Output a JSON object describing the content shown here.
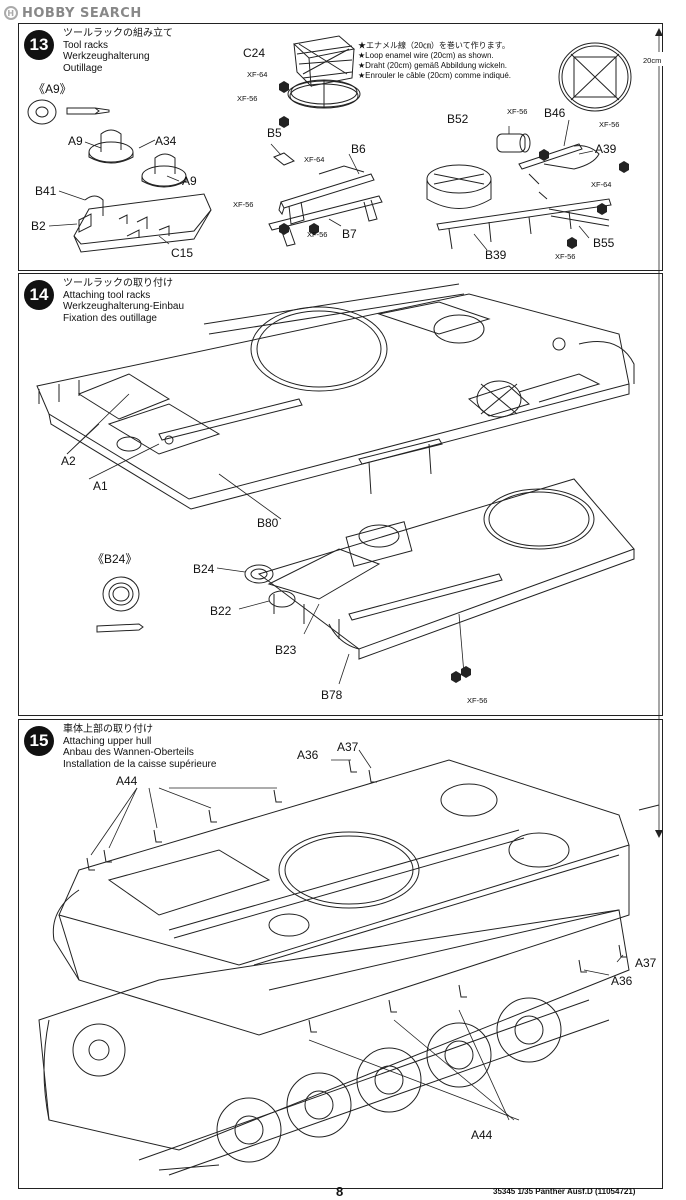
{
  "watermark": "HOBBY SEARCH",
  "steps": [
    {
      "number": "13",
      "titles": [
        "ツールラックの組み立て",
        "Tool racks",
        "Werkzeughalterung",
        "Outillage"
      ],
      "detail_label": "《A9》",
      "parts": [
        "A9",
        "A34",
        "A9",
        "B41",
        "B2",
        "C15",
        "C24",
        "B5",
        "B6",
        "B7",
        "B52",
        "B46",
        "A39",
        "B39",
        "B55"
      ],
      "paints": [
        "XF-64",
        "XF-56",
        "XF-64",
        "XF-56",
        "XF-56",
        "XF-56",
        "XF-56",
        "XF-64",
        "XF-56"
      ],
      "notes": [
        "★エナメル線（20㎝）を巻いて作ります。",
        "★Loop enamel wire (20cm) as shown.",
        "★Draht (20cm) gemäß Abbildung wickeln.",
        "★Enrouler le câble (20cm) comme indiqué."
      ],
      "ruler_label": "20cm"
    },
    {
      "number": "14",
      "titles": [
        "ツールラックの取り付け",
        "Attaching tool racks",
        "Werkzeughalterung-Einbau",
        "Fixation des outillage"
      ],
      "detail_label": "《B24》",
      "parts": [
        "A2",
        "A1",
        "B80",
        "B24",
        "B22",
        "B23",
        "B78"
      ],
      "paints": [
        "XF-56"
      ]
    },
    {
      "number": "15",
      "titles": [
        "車体上部の取り付け",
        "Attaching upper hull",
        "Anbau des Wannen-Oberteils",
        "Installation de la caisse supérieure"
      ],
      "parts": [
        "A44",
        "A36",
        "A37",
        "A37",
        "A36",
        "A44"
      ]
    }
  ],
  "footer": {
    "page_number": "8",
    "product_code": "35345  1/35 Panther Ausf.D (11054721)"
  }
}
